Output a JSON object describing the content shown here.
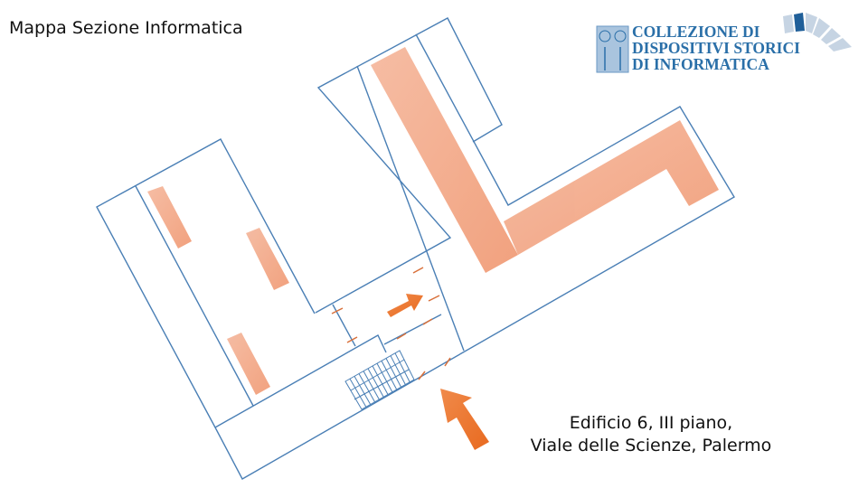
{
  "title": "Mappa Sezione Informatica",
  "logo": {
    "line1": "COLLEZIONE DI",
    "line2": "DISPOSITIVI STORICI",
    "line3": "DI INFORMATICA"
  },
  "address": {
    "line1": "Edificio 6, III piano,",
    "line2": "Viale delle Scienze, Palermo"
  },
  "colors": {
    "wall": "#4a7fb5",
    "exhibit": "#f2a07e",
    "arrow": "#ee7530",
    "door": "#d9703a",
    "logo": "#2a6fa8"
  }
}
